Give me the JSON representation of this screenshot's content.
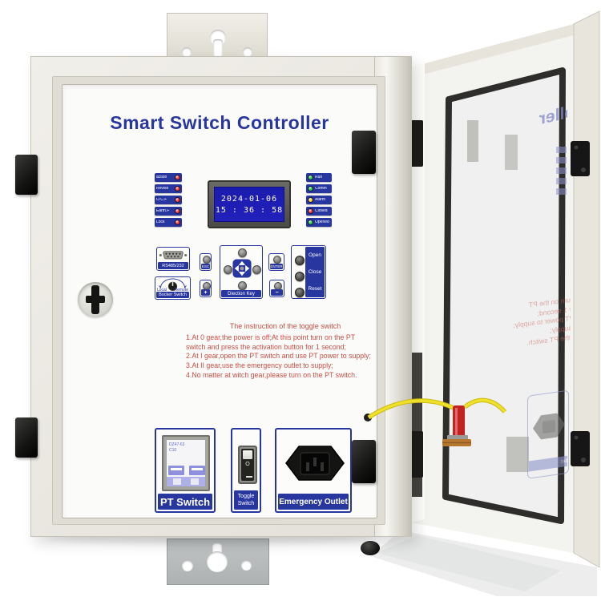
{
  "product": {
    "title": "Smart Switch Controller"
  },
  "lcd": {
    "date": "2024-01-06",
    "time": "15 : 36 : 58"
  },
  "indicators": {
    "left": [
      {
        "label": "action",
        "color": "#ff3b30"
      },
      {
        "label": "Revise",
        "color": "#ff3b30"
      },
      {
        "label": "O.C.F",
        "color": "#ff3b30"
      },
      {
        "label": "Earth.F",
        "color": "#ff3b30"
      },
      {
        "label": "Lock",
        "color": "#ff3b30"
      }
    ],
    "right": [
      {
        "label": "Run",
        "color": "#2ecc40"
      },
      {
        "label": "Comm",
        "color": "#2ecc40"
      },
      {
        "label": "Alarm",
        "color": "#f6d32d"
      },
      {
        "label": "Closed",
        "color": "#ff3b30"
      },
      {
        "label": "Opened",
        "color": "#2ecc40"
      }
    ]
  },
  "ports": {
    "serial_label": "RS485/232"
  },
  "controls": {
    "esc_label": "ESC",
    "plus_label": "+",
    "minus_label": "−",
    "enter_label": "ENTER",
    "direction_label": "Diection Key",
    "rocker_label": "Bocker Switch",
    "rocker_left": "Local",
    "rocker_right": "Remote",
    "open_label": "Open",
    "close_label": "Close",
    "reset_label": "Reset"
  },
  "instructions": {
    "title": "The instruction of the toggle switch",
    "lines": [
      "1.At 0 gear,the power is off;At this point turn on the PT",
      " switch and press the activation button for 1 second;",
      "2.At I gear,open the PT switch and use PT power to supply;",
      "3.At II gear,use the emergency outlet to supply;",
      "4.No matter at witch gear,please turn on the PT switch."
    ]
  },
  "components": {
    "pt_switch": {
      "label": "PT Switch",
      "breaker_model": "DZ47-63",
      "breaker_rating": "C10"
    },
    "toggle_switch": {
      "label_line1": "Toggle",
      "label_line2": "Switch",
      "mark": "O"
    },
    "emergency_outlet": {
      "label": "Emergency Outlet"
    }
  },
  "colors": {
    "accent_blue": "#2836a0",
    "text_red": "#c94e45",
    "lcd_blue": "#2121bb",
    "led_red": "#ff3b30",
    "led_green": "#2ecc40",
    "led_yellow": "#f6d32d",
    "enclosure_beige": "#eceae3"
  }
}
